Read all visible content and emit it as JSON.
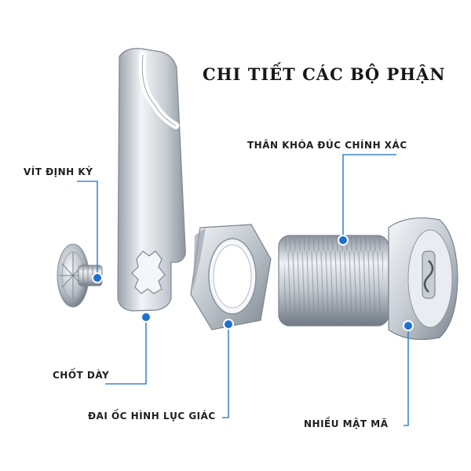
{
  "title": "CHI TIẾT CÁC BỘ PHẬN",
  "labels": {
    "screw": "VÍT ĐỊNH KỲ",
    "cam_latch": "CHỐT DÀY",
    "hex_nut": "ĐAI ỐC HÌNH LỤC GIÁC",
    "lock_body": "THÂN KHÓA ĐÚC CHÍNH XÁC",
    "key_code": "NHIỀU MẬT MÃ"
  },
  "colors": {
    "callout_line": "#3d86d6",
    "callout_dot": "#1f6fd0",
    "metal_light": "#eef1f5",
    "metal_mid": "#b9c0c8",
    "metal_dark": "#6f7883"
  }
}
